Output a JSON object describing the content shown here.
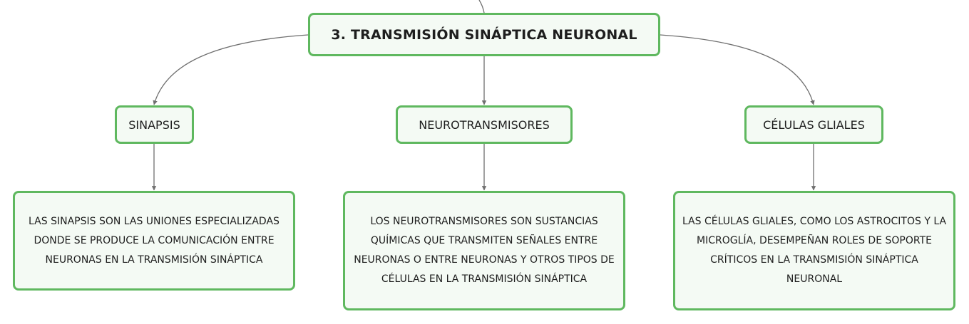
{
  "root": {
    "label": "3. TRANSMISIÓN SINÁPTICA NEURONAL"
  },
  "topics": [
    {
      "label": "SINAPSIS",
      "detail": "LAS SINAPSIS SON LAS UNIONES ESPECIALIZADAS DONDE SE PRODUCE LA COMUNICACIÓN ENTRE NEURONAS EN LA TRANSMISIÓN SINÁPTICA"
    },
    {
      "label": "NEUROTRANSMISORES",
      "detail": "LOS NEUROTRANSMISORES SON SUSTANCIAS QUÍMICAS QUE TRANSMITEN SEÑALES ENTRE NEURONAS O ENTRE NEURONAS Y OTROS TIPOS DE CÉLULAS EN LA TRANSMISIÓN SINÁPTICA"
    },
    {
      "label": "CÉLULAS GLIALES",
      "detail": "LAS CÉLULAS GLIALES, COMO LOS ASTROCITOS Y LA MICROGLÍA, DESEMPEÑAN ROLES DE SOPORTE CRÍTICOS EN LA TRANSMISIÓN SINÁPTICA NEURONAL"
    }
  ],
  "colors": {
    "node_border": "#5fb85f",
    "node_fill": "#f4faf4",
    "connector": "#707070",
    "text": "#1e1e1e"
  }
}
